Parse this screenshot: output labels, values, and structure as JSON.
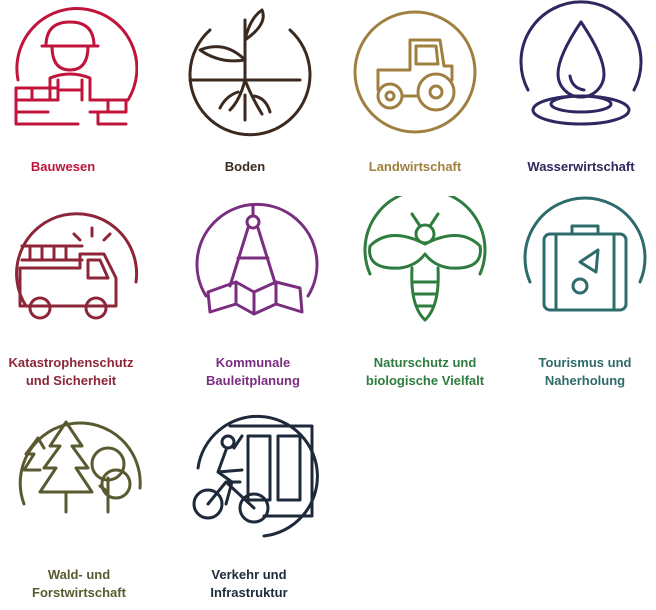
{
  "topics": [
    {
      "label": "Bauwesen",
      "icon": "construction-worker-icon",
      "color": "#c0143c"
    },
    {
      "label": "Boden",
      "icon": "soil-roots-icon",
      "color": "#3b2a20"
    },
    {
      "label": "Landwirtschaft",
      "icon": "tractor-icon",
      "color": "#a08040"
    },
    {
      "label": "Wasserwirtschaft",
      "icon": "water-drop-icon",
      "color": "#2d2860"
    },
    {
      "label": "Katastrophenschutz\nund Sicherheit",
      "icon": "fire-truck-icon",
      "color": "#8c2638"
    },
    {
      "label": "Kommunale\nBauleitplanung",
      "icon": "compass-map-icon",
      "color": "#7a2e80"
    },
    {
      "label": "Naturschutz und\nbiologische Vielfalt",
      "icon": "bee-icon",
      "color": "#2e7d3e"
    },
    {
      "label": "Tourismus und\nNaherholung",
      "icon": "suitcase-icon",
      "color": "#2e6b6b"
    },
    {
      "label": "Wald- und\nForstwirtschaft",
      "icon": "forest-trees-icon",
      "color": "#5a5a30"
    },
    {
      "label": "Verkehr und\nInfrastruktur",
      "icon": "bicycle-bus-icon",
      "color": "#1e2a3a"
    }
  ]
}
